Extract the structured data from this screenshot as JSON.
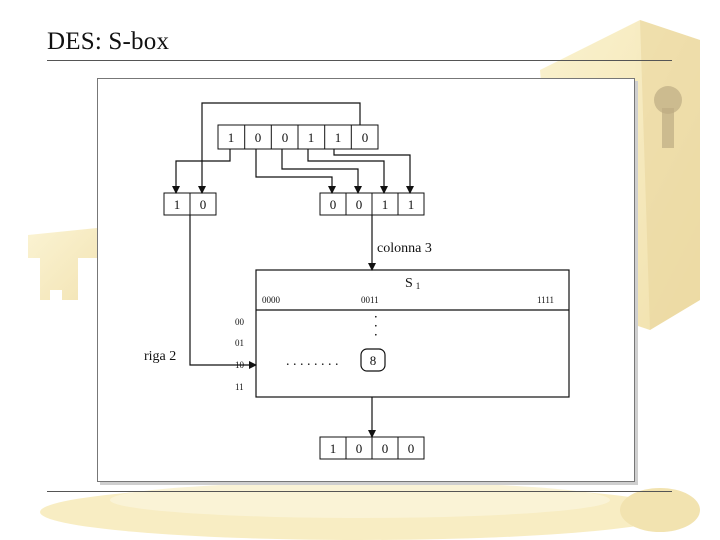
{
  "slide": {
    "title": "DES: S-box"
  },
  "diagram": {
    "input_bits": [
      "1",
      "0",
      "0",
      "1",
      "1",
      "0"
    ],
    "row_bits": [
      "1",
      "0"
    ],
    "col_bits": [
      "0",
      "0",
      "1",
      "1"
    ],
    "output_bits": [
      "1",
      "0",
      "0",
      "0"
    ],
    "column_label": "colonna 3",
    "row_label": "riga 2",
    "sbox_label": "S",
    "sbox_subscript": "1",
    "col_headers": [
      "0000",
      "0011",
      "1111"
    ],
    "row_headers": [
      "00",
      "01",
      "10",
      "11"
    ],
    "cell_value": "8",
    "vertical_dots": ". . .",
    "horizontal_dots": ". . . . . . . ."
  }
}
